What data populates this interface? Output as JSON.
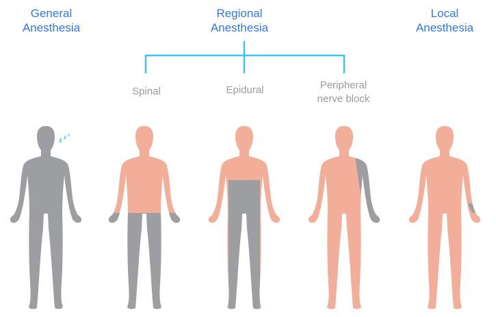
{
  "titles": {
    "general": [
      "General",
      "Anesthesia"
    ],
    "regional": [
      "Regional",
      "Anesthesia"
    ],
    "local": [
      "Local",
      "Anesthesia"
    ]
  },
  "subtypes": {
    "spinal": [
      "Spinal"
    ],
    "epidural": [
      "Epidural"
    ],
    "peripheral": [
      "Peripheral",
      "nerve block"
    ]
  },
  "sleep_symbol": "z z z",
  "colors": {
    "title": "#2f78e8",
    "connector": "#39c3ef",
    "label": "#9a9a9a",
    "skin": "#f2ae98",
    "anesthetized": "#9d9ea2"
  }
}
